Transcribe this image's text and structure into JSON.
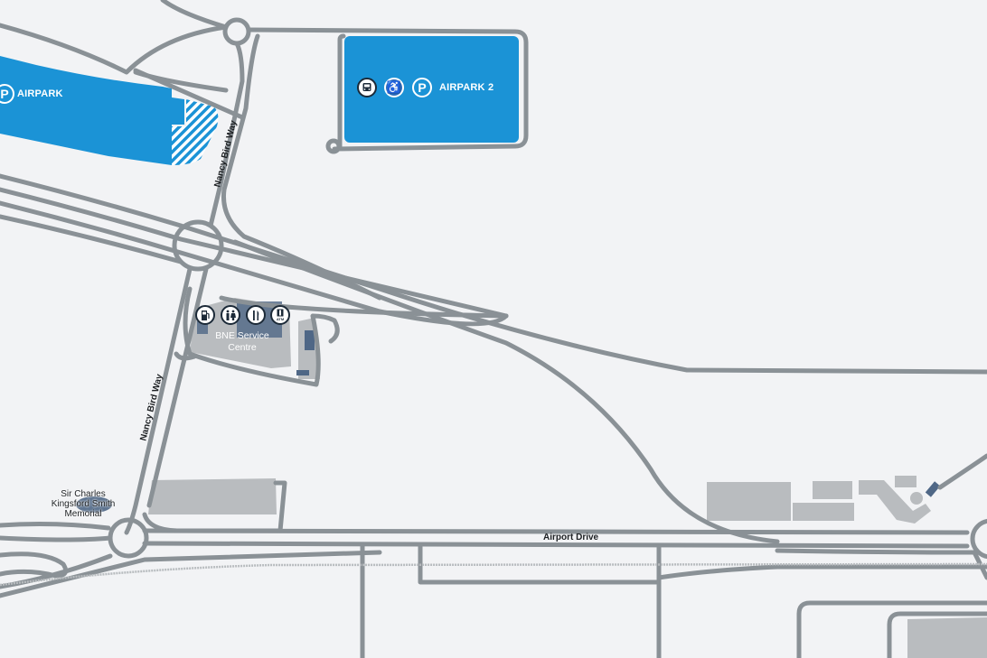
{
  "map": {
    "colors": {
      "background": "#f2f3f5",
      "road": "#8a9196",
      "carpark": "#1b93d6",
      "building": "#b9bcbf",
      "building_dark": "#4f6786",
      "label_dark": "#1c1f22"
    },
    "carparks": [
      {
        "name": "AIRPARK",
        "icons": [
          "parking-icon"
        ]
      },
      {
        "name": "AIRPARK 2",
        "icons": [
          "bus-icon",
          "wheelchair-icon",
          "parking-icon"
        ]
      }
    ],
    "roads": [
      {
        "name": "Nancy Bird Way",
        "position": "upper"
      },
      {
        "name": "Nancy Bird Way",
        "position": "lower"
      },
      {
        "name": "Airport Drive"
      }
    ],
    "service_centre": {
      "name_line1": "BNE Service",
      "name_line2": "Centre",
      "icons": [
        "fuel-icon",
        "toilets-icon",
        "food-icon",
        "atm-icon"
      ],
      "atm_text": "ATM"
    },
    "landmarks": [
      {
        "line1": "Sir Charles",
        "line2": "Kingsford Smith",
        "line3": "Memorial"
      }
    ],
    "icon_glyphs": {
      "parking": "P",
      "wheelchair": "♿",
      "food": "🍴"
    }
  }
}
